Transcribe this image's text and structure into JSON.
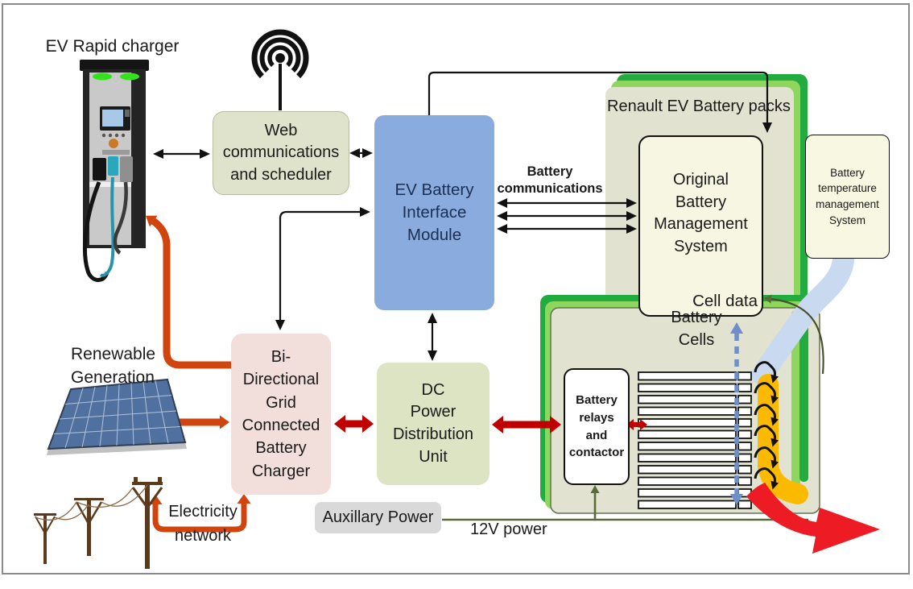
{
  "nodes": {
    "ev_rapid_charger": {
      "label": "EV Rapid charger"
    },
    "web_comms": {
      "label": "Web\ncommunications\nand scheduler"
    },
    "ev_battery_interface_module": {
      "label": "EV Battery\nInterface\nModule"
    },
    "battery_communications": {
      "label": "Battery\ncommunications"
    },
    "renault_packs": {
      "label": "Renault EV Battery packs"
    },
    "original_bms": {
      "label": "Original\nBattery\nManagement\nSystem",
      "cell_data_label": "Cell data"
    },
    "battery_temp_mgmt": {
      "label": "Battery\ntemperature\nmanagement\nSystem"
    },
    "bidirectional_charger": {
      "label": "Bi-\nDirectional\nGrid\nConnected\nBattery\nCharger"
    },
    "dc_power_distribution": {
      "label": "DC\nPower\nDistribution\nUnit"
    },
    "battery_relays": {
      "label": "Battery\nrelays\nand\ncontactor"
    },
    "battery_cells": {
      "label": "Battery\nCells",
      "count": 12
    },
    "renewable_generation": {
      "label": "Renewable\nGeneration"
    },
    "electricity_network": {
      "label": "Electricity\nnetwork"
    },
    "auxillary_power": {
      "label": "Auxillary Power"
    },
    "twelve_v_power": {
      "label": "12V  power"
    }
  },
  "colors": {
    "power_crimson": "#c00000",
    "power_orange": "#d2440e",
    "output_red": "#ed1c24",
    "heat_yellow": "#fbba00",
    "coolant_blue_band": "#c9d9f0",
    "cell_data_dashed_blue": "#6e8fc9",
    "aux_olive": "#5a6b38",
    "pack_green_dark": "#22ab3f",
    "pack_green_light": "#8ed65e",
    "pack_beige": "#e1e3d0",
    "interface_blue": "#8aabdd",
    "charger_pink": "#f2dedb",
    "pdu_green": "#dce4c4"
  }
}
